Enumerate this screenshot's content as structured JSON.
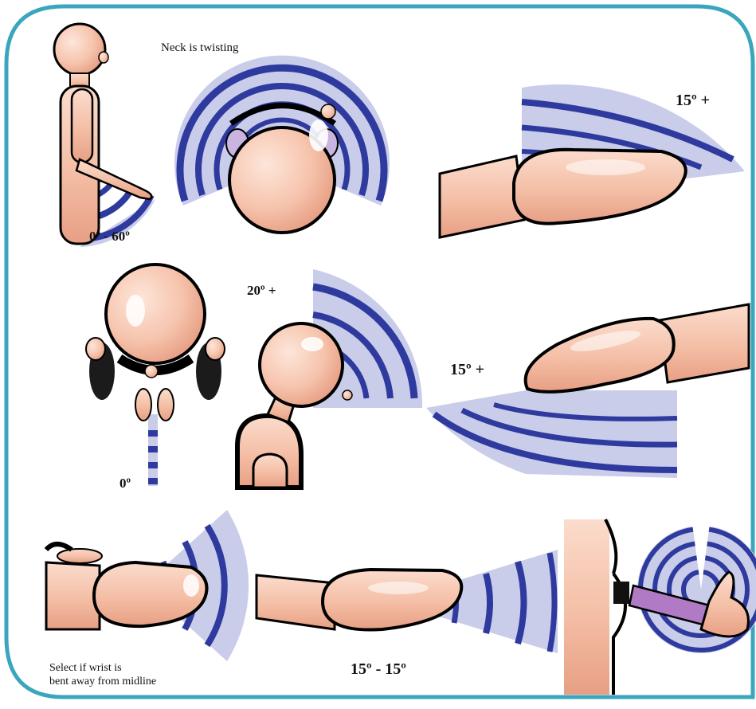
{
  "labels": {
    "panel_1_angle": "0º - 60º",
    "panel_2_caption": "Neck is twisting",
    "panel_3_angle": "15º +",
    "panel_4_angle": "0º",
    "panel_5_angle": "20º +",
    "panel_6_angle": "15º +",
    "panel_7_caption_line1": "Select if wrist is",
    "panel_7_caption_line2": "bent away from midline",
    "panel_8_angle": "15º - 15º"
  },
  "colors": {
    "frame_border": "#3aa6bd",
    "skin": "#f6c4ad",
    "skin_shadow": "#e9a58a",
    "band_dark": "#2f3a9e",
    "band_light": "#c9cdea",
    "outline": "#000000"
  }
}
